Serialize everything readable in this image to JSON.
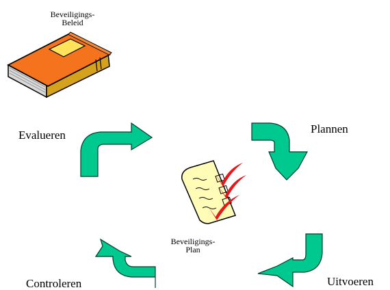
{
  "book": {
    "label_line1": "Beveiligings-",
    "label_line2": "Beleid",
    "icon": "book-icon"
  },
  "plan": {
    "label_line1": "Beveiligings-",
    "label_line2": "Plan",
    "icon": "checklist-icon"
  },
  "cycle": {
    "steps": [
      {
        "label": "Plannen"
      },
      {
        "label": "Uitvoeren"
      },
      {
        "label": "Controleren"
      },
      {
        "label": "Evalueren"
      }
    ],
    "arrow_color": "#00c98f",
    "arrow_outline": "#003a2a"
  },
  "colors": {
    "book_cover": "#f5731c",
    "book_pages": "#d9d9d9",
    "paper": "#fffcb8",
    "check_mark": "#e8171c"
  }
}
